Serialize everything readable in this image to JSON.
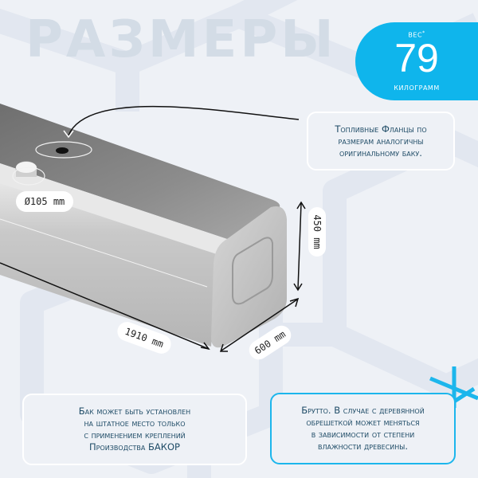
{
  "title": "РАЗМЕРЫ",
  "weight_badge": {
    "caption": "ВЕС",
    "caption_mark": "*",
    "value": "79",
    "unit": "КИЛОГРАММ",
    "color": "#0fb5ec"
  },
  "dimensions": {
    "flange_diameter": "Ø105 mm",
    "length": "1910 mm",
    "width": "600 mm",
    "height": "450 mm"
  },
  "notes": {
    "flanges": [
      "Топливные Фланцы по",
      "размерам аналогичны",
      "оригинальному баку."
    ],
    "mounting": [
      "Бак может быть установлен",
      "на штатное место только",
      "с применением креплений",
      "Производства БАКОР"
    ],
    "gross": [
      "Брутто. В случае с деревянной",
      "обрешеткой может меняться",
      "в зависимости от степени",
      "влажности древесины."
    ]
  },
  "colors": {
    "background": "#eef1f6",
    "hex_pattern": "#e2e7f0",
    "title": "#d3dce6",
    "accent": "#1cb6ec",
    "note_text": "#1e4b66"
  }
}
